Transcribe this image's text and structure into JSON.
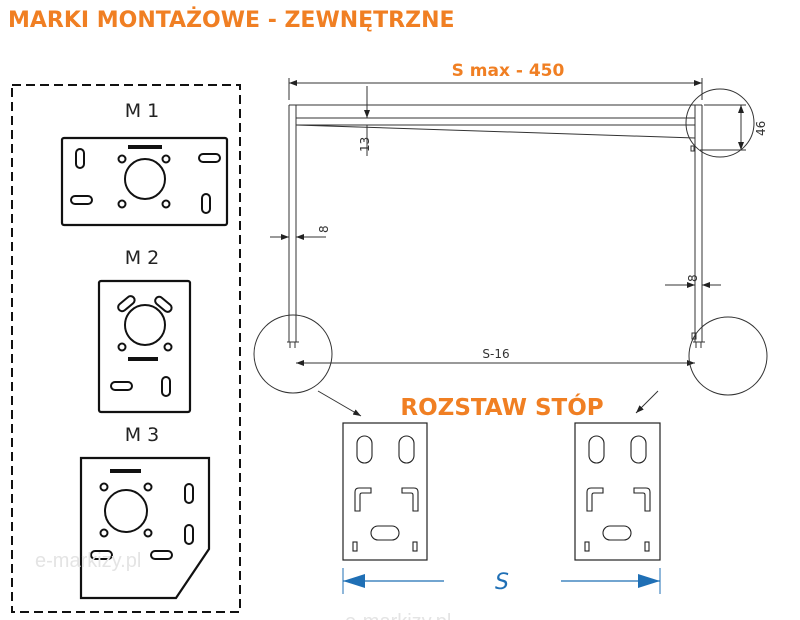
{
  "title": "MARKI MONTAŻOWE  - ZEWNĘTRZNE",
  "mounts": [
    {
      "label": "M 1"
    },
    {
      "label": "M 2"
    },
    {
      "label": "M 3"
    }
  ],
  "frame": {
    "width_label": "S max - 450",
    "beam_drop": "13",
    "beam_height": "46",
    "post_left": "8",
    "post_right": "8",
    "inner_span": "S-16"
  },
  "feet": {
    "heading": "ROZSTAW STÓP",
    "span_label": "S"
  },
  "watermark": "e-markizy.pl",
  "colors": {
    "accent": "#f07f23",
    "dimension_blue": "#1f6fb5"
  }
}
